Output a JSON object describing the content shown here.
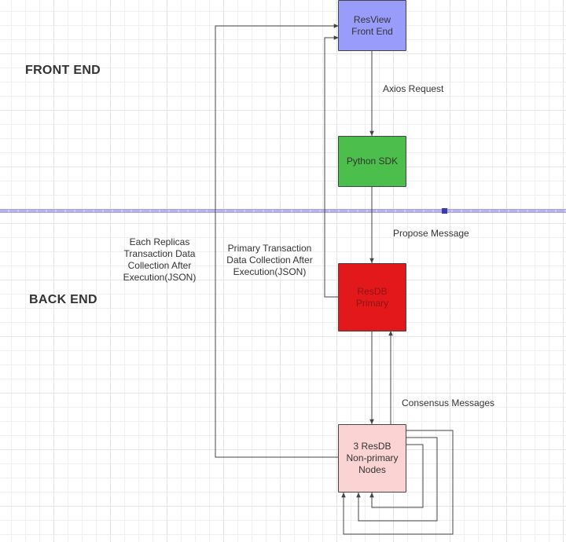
{
  "sections": {
    "front_end": "FRONT END",
    "back_end": "BACK END"
  },
  "nodes": {
    "resview": {
      "label": "ResView\nFront End",
      "fill": "#9a9cfb"
    },
    "python_sdk": {
      "label": "Python SDK",
      "fill": "#4cbe4c"
    },
    "resdb_primary": {
      "label": "ResDB\nPrimary",
      "fill": "#e3181b"
    },
    "non_primary": {
      "label": "3 ResDB\nNon-primary\nNodes",
      "fill": "#fbd3d3"
    }
  },
  "edge_labels": {
    "axios": "Axios Request",
    "propose": "Propose Message",
    "consensus": "Consensus Messages",
    "primary_collection": "Primary Transaction\nData Collection After\nExecution(JSON)",
    "replicas_collection": "Each Replicas\nTransaction Data\nCollection After\nExecution(JSON)"
  },
  "colors": {
    "edge": "#444444",
    "divider": "#b9b2e8",
    "divider_handle": "#3a3aa8"
  }
}
